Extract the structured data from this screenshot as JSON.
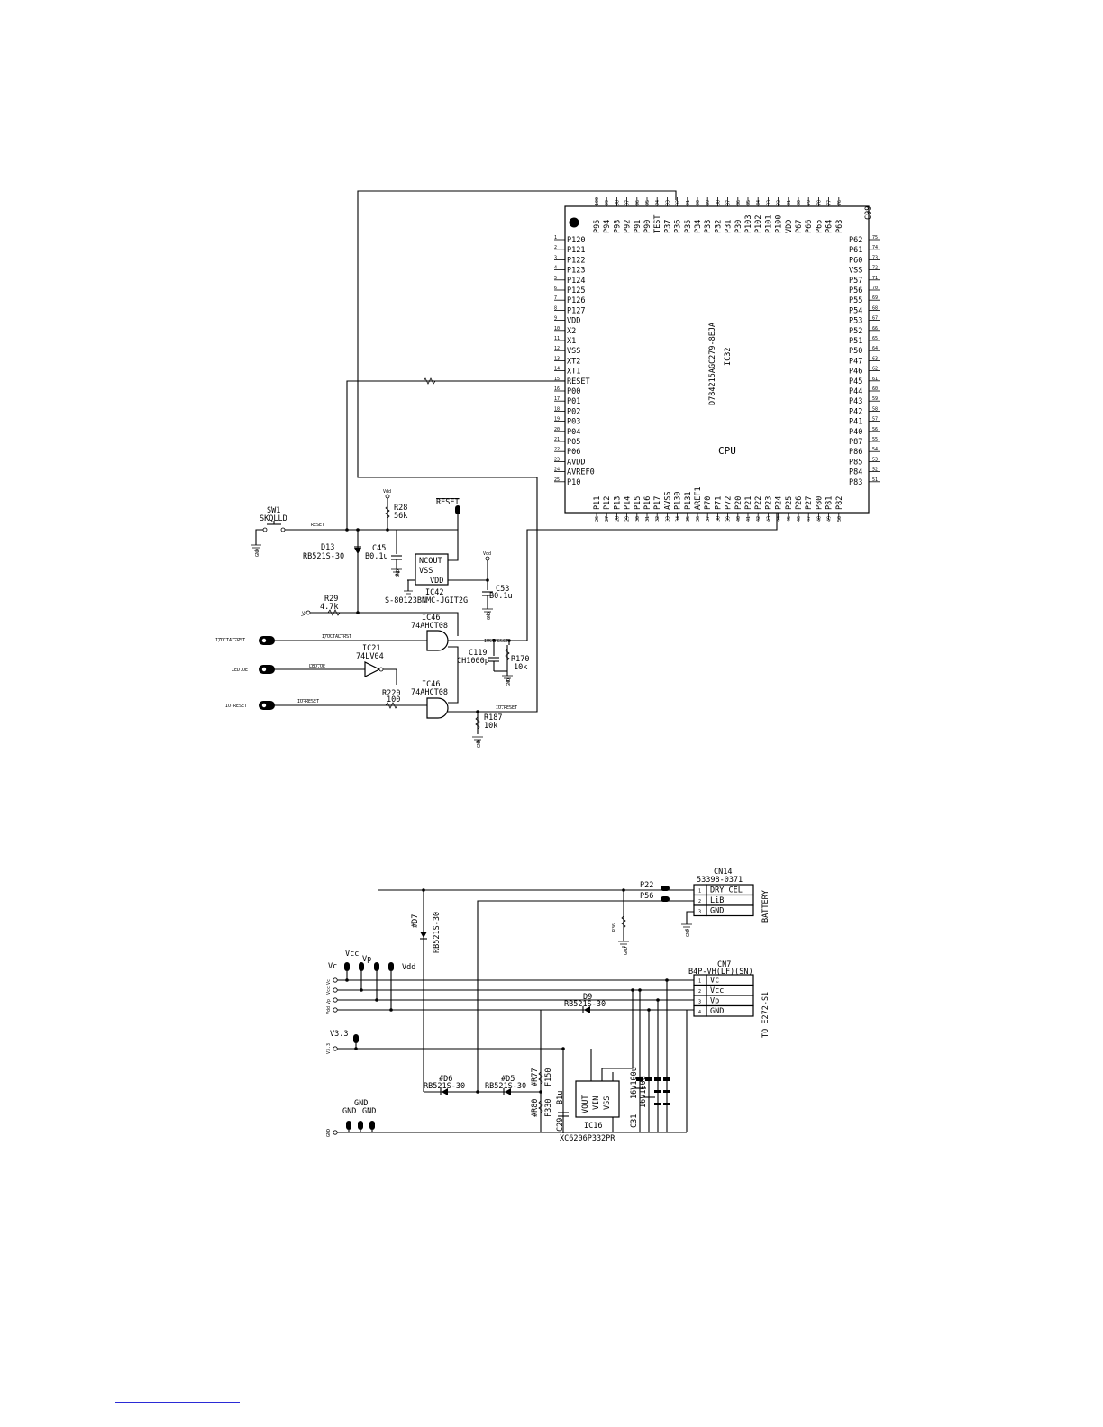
{
  "cpu": {
    "label": "CPU",
    "part": "D784215AGC279-8EJA",
    "ref": "IC32",
    "c99": "C99",
    "left_pins": [
      "P120",
      "P121",
      "P122",
      "P123",
      "P124",
      "P125",
      "P126",
      "P127",
      "VDD",
      "X2",
      "X1",
      "VSS",
      "XT2",
      "XT1",
      "RESET",
      "P00",
      "P01",
      "P02",
      "P03",
      "P04",
      "P05",
      "P06",
      "AVDD",
      "AVREF0",
      "P10"
    ],
    "top_pins": [
      "P95",
      "P94",
      "P93",
      "P92",
      "P91",
      "P90",
      "TEST",
      "P37",
      "P36",
      "P35",
      "P34",
      "P33",
      "P32",
      "P31",
      "P30",
      "P103",
      "P102",
      "P101",
      "P100",
      "VDD",
      "P67",
      "P66",
      "P65",
      "P64",
      "P63"
    ],
    "right_pins": [
      "P62",
      "P61",
      "P60",
      "VSS",
      "P57",
      "P56",
      "P55",
      "P54",
      "P53",
      "P52",
      "P51",
      "P50",
      "P47",
      "P46",
      "P45",
      "P44",
      "P43",
      "P42",
      "P41",
      "P40",
      "P87",
      "P86",
      "P85",
      "P84",
      "P83"
    ],
    "bottom_pins": [
      "P11",
      "P12",
      "P13",
      "P14",
      "P15",
      "P16",
      "P17",
      "AVSS",
      "P130",
      "P131",
      "AREF1",
      "P70",
      "P71",
      "P72",
      "P20",
      "P21",
      "P22",
      "P23",
      "P24",
      "P25",
      "P26",
      "P27",
      "P80",
      "P81",
      "P82"
    ]
  },
  "reset_circuit": {
    "sw1": "SW1",
    "sw1_part": "SKQLLD",
    "reset_net": "RESET",
    "reset_tp": "RESET",
    "d13": "D13",
    "d13_part": "RB521S-30",
    "r28": "R28",
    "r28_val": "56k",
    "vdd": "Vdd",
    "c45": "C45",
    "c45_val": "B0.1u",
    "ic42_pins": [
      "NCOUT",
      "VSS",
      "VDD"
    ],
    "ic42": "IC42",
    "ic42_part": "S-80123BNMC-JGIT2G",
    "c53": "C53",
    "c53_val": "B0.1u",
    "r29": "R29",
    "r29_val": "4.7k",
    "vc": "Vc",
    "ic46": "IC46",
    "ic46_part": "74AHCT08",
    "ic21": "IC21",
    "ic21_part": "74LV04",
    "c119": "C119",
    "c119_val": "CH1000p",
    "r170": "R170",
    "r170_val": "10k",
    "r220": "R220",
    "r220_val": "100",
    "r187": "R187",
    "r187_val": "10k",
    "ioc_reset": "IOC.RESET",
    "io_reset_out": "IO.RESET",
    "gnd": "GND",
    "connectors": [
      {
        "label": "I/OCTAL-RST",
        "net": "I/OCTAL-RST"
      },
      {
        "label": "LED.OE",
        "net": "LED.OE"
      },
      {
        "label": "IO-RESET",
        "net": "IO-RESET"
      }
    ]
  },
  "power_circuit": {
    "p22": "P22",
    "p56": "P56",
    "cn14": "CN14",
    "cn14_part": "53398-0371",
    "cn14_pins": [
      "DRY CEL",
      "LiB",
      "GND"
    ],
    "battery": "BATTERY",
    "r36": "R36",
    "d7": "#D7",
    "d7_part": "RB521S-30",
    "cn7": "CN7",
    "cn7_part": "B4P-VH(LF)(SN)",
    "cn7_pins": [
      "Vc",
      "Vcc",
      "Vp",
      "GND"
    ],
    "to": "TO E272-S1",
    "rails": [
      "Vc",
      "Vcc",
      "Vp",
      "Vdd"
    ],
    "v33": "V3.3",
    "d9": "D9",
    "d9_part": "RB521S-30",
    "d6": "#D6",
    "d6_part": "RB521S-30",
    "d5": "#D5",
    "d5_part": "RB521S-30",
    "r77": "#R77",
    "r77_val": "F150",
    "r80": "#R80",
    "r80_val": "F330",
    "c29": "C29",
    "c29_val": "B1u",
    "ic16": "IC16",
    "ic16_part": "XC6206P332PR",
    "ic16_pins": [
      "VOUT",
      "VIN",
      "VSS"
    ],
    "c31": "C31",
    "c31_val": "16V100u",
    "c30_val": "16V100u",
    "gnd": "GND"
  }
}
